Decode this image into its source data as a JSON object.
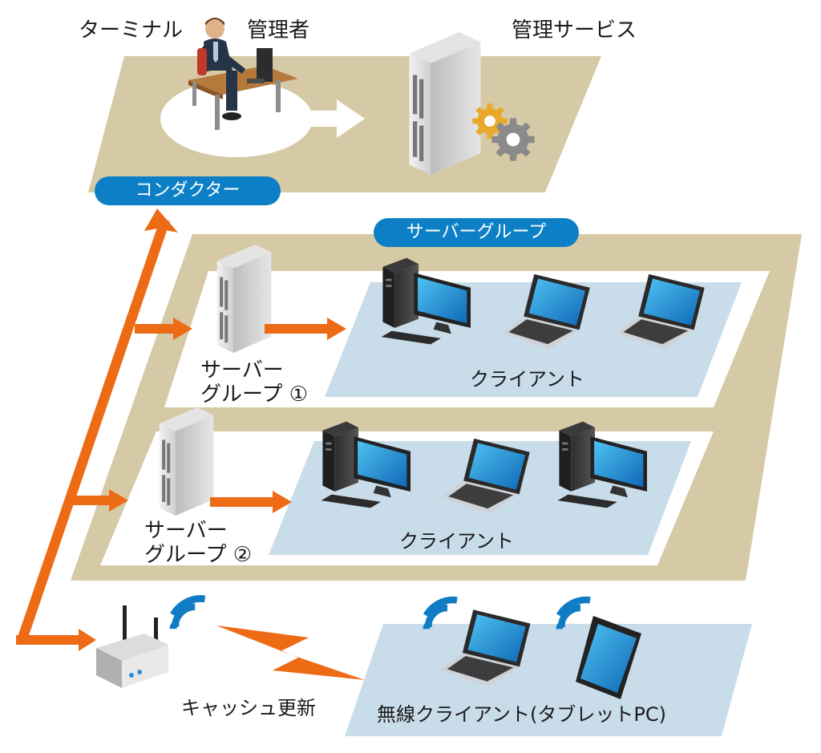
{
  "labels": {
    "terminal": "ターミナル",
    "admin": "管理者",
    "management_service": "管理サービス",
    "conductor": "コンダクター",
    "server_group_header": "サーバーグループ",
    "server_group_1_line1": "サーバー",
    "server_group_1_line2": "グループ ①",
    "server_group_2_line1": "サーバー",
    "server_group_2_line2": "グループ ②",
    "client_1": "クライアント",
    "client_2": "クライアント",
    "cache_update": "キャッシュ更新",
    "wireless_clients": "無線クライアント(タブレットPC)"
  },
  "colors": {
    "platform_tan": "#d6c9a5",
    "client_blue": "#c9dcea",
    "accent_blue": "#0c7fc6",
    "arrow_orange": "#ee6b16"
  }
}
